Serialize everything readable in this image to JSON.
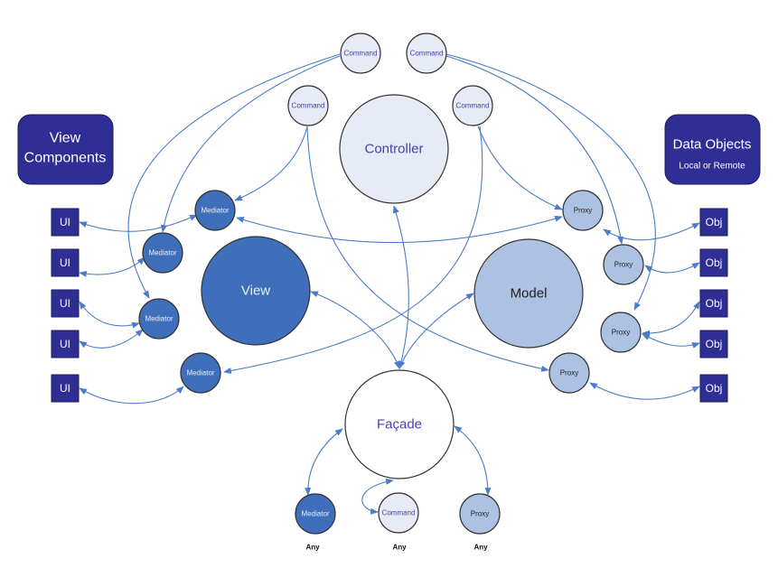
{
  "colors": {
    "edge": "#4a7cc9",
    "dark_fill": "#3f6fba",
    "light_fill": "#e6ebf6",
    "medium_fill": "#adc2e2",
    "white_fill": "#ffffff",
    "box_fill": "#2e2e95",
    "command_text": "#4b3fb0",
    "dark_text": "#e9eefa",
    "medium_text": "#1e1e1e",
    "box_text": "#ffffff"
  },
  "header_boxes": {
    "view_components": {
      "line1": "View",
      "line2": "Components"
    },
    "data_objects": {
      "line1": "Data Objects",
      "line2": "Local or Remote"
    }
  },
  "core": {
    "controller": "Controller",
    "view": "View",
    "model": "Model",
    "facade": "Façade"
  },
  "commands": [
    "Command",
    "Command",
    "Command",
    "Command"
  ],
  "mediators": [
    "Mediator",
    "Mediator",
    "Mediator",
    "Mediator"
  ],
  "proxies": [
    "Proxy",
    "Proxy",
    "Proxy",
    "Proxy"
  ],
  "ui_boxes": [
    "UI",
    "UI",
    "UI",
    "UI",
    "UI"
  ],
  "obj_boxes": [
    "Obj",
    "Obj",
    "Obj",
    "Obj",
    "Obj"
  ],
  "bottom": {
    "mediator": "Mediator",
    "command": "Command",
    "proxy": "Proxy",
    "any_labels": [
      "Any",
      "Any",
      "Any"
    ]
  }
}
